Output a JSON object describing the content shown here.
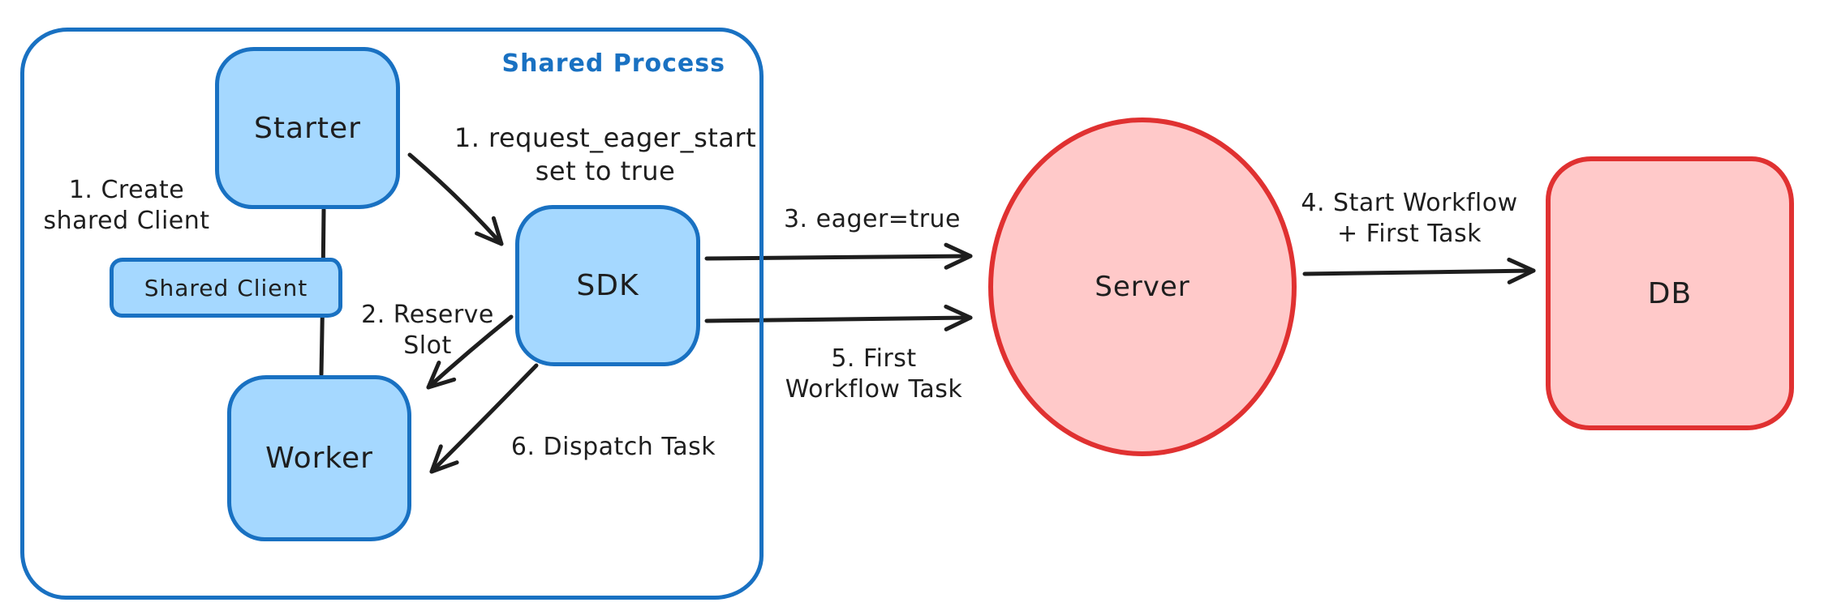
{
  "diagram": {
    "group": {
      "label": "Shared Process"
    },
    "nodes": {
      "starter": {
        "label": "Starter"
      },
      "shared_client": {
        "label": "Shared Client"
      },
      "worker": {
        "label": "Worker"
      },
      "sdk": {
        "label": "SDK"
      },
      "server": {
        "label": "Server"
      },
      "db": {
        "label": "DB"
      }
    },
    "labels": {
      "create_shared_client": {
        "line1": "1. Create",
        "line2": "shared Client"
      },
      "request_eager_start": {
        "line1": "1. request_eager_start",
        "line2": "set to true"
      },
      "reserve_slot": {
        "line1": "2. Reserve",
        "line2": "Slot"
      },
      "eager_true": {
        "line1": "3. eager=true"
      },
      "start_workflow": {
        "line1": "4. Start Workflow",
        "line2": "+ First Task"
      },
      "first_workflow_task": {
        "line1": "5. First",
        "line2": "Workflow Task"
      },
      "dispatch_task": {
        "line1": "6. Dispatch Task"
      }
    },
    "edges": [
      {
        "from": "starter",
        "to": "sdk",
        "label": "1. request_eager_start set to true",
        "arrowhead": true
      },
      {
        "from": "starter",
        "to": "worker",
        "label": "1. Create shared Client",
        "arrowhead": false
      },
      {
        "from": "sdk",
        "to": "worker",
        "label": "2. Reserve Slot",
        "arrowhead": true
      },
      {
        "from": "sdk",
        "to": "server",
        "label": "3. eager=true",
        "arrowhead": true
      },
      {
        "from": "server",
        "to": "db",
        "label": "4. Start Workflow + First Task",
        "arrowhead": true
      },
      {
        "from": "sdk",
        "to": "server",
        "label": "5. First Workflow Task",
        "arrowhead": true
      },
      {
        "from": "sdk",
        "to": "worker",
        "label": "6. Dispatch Task",
        "arrowhead": true
      }
    ],
    "colors": {
      "blue_stroke": "#1971c2",
      "blue_fill": "#a5d8ff",
      "red_stroke": "#e03131",
      "red_fill": "#ffc9c9",
      "ink": "#1e1e1e",
      "background": "#ffffff"
    }
  }
}
